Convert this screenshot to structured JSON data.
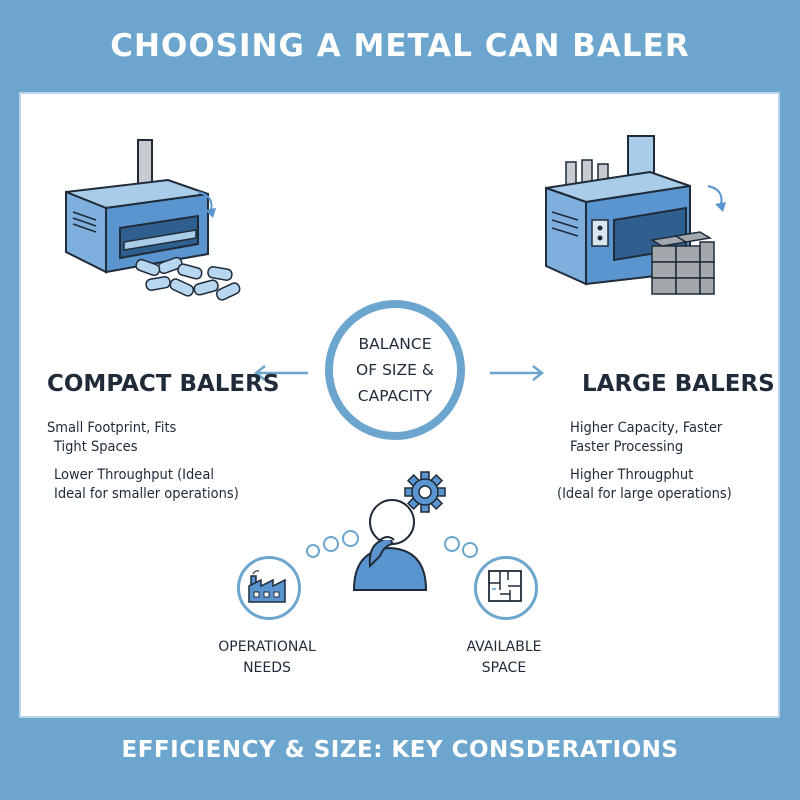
{
  "title": "CHOOSING A METAL CAN BALER",
  "footer": "EFFICIENCY & SIZE: KEY CONSDERATIONS",
  "center": {
    "line1": "BALANCE",
    "line2": "OF SIZE &",
    "line3": "CAPACITY"
  },
  "compact": {
    "heading": "COMPACT BALERS",
    "points": [
      [
        "Small Footprint, Fits",
        "Tight Spaces"
      ],
      [
        "Lower Throughput (Ideal",
        "Ideal for smaller operations)"
      ]
    ]
  },
  "large": {
    "heading": "LARGE BALERS",
    "points": [
      [
        "Higher Capacity, Faster",
        "Faster Processing"
      ],
      [
        "Higher Througphut",
        "(Ideal for large operations)"
      ]
    ]
  },
  "considerations": [
    {
      "label_1": "OPERATIONAL",
      "label_2": "NEEDS",
      "icon": "factory-icon"
    },
    {
      "label_1": "AVAILABLE",
      "label_2": "SPACE",
      "icon": "floor-plan-icon"
    }
  ],
  "colors": {
    "background": "#6ca6cf",
    "machine_blue": "#5b95d0",
    "machine_light": "#a9cce9",
    "bale_gray": "#a3a8ad",
    "outline": "#1f2b39"
  }
}
